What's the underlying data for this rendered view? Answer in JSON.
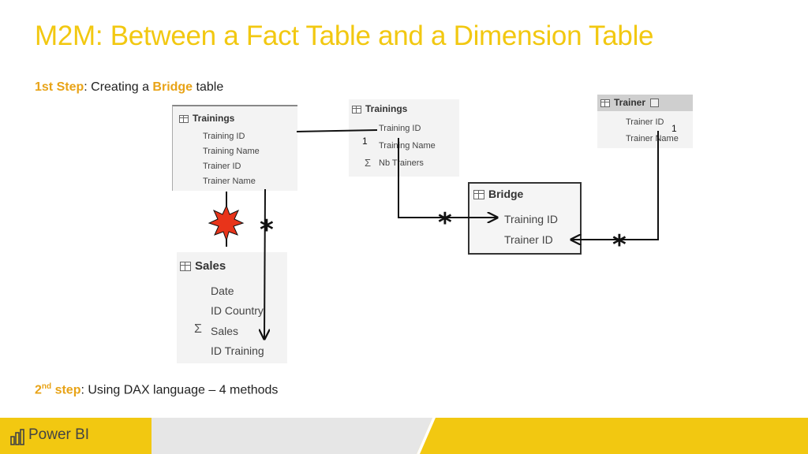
{
  "title": "M2M: Between a Fact Table and a Dimension Table",
  "step1": {
    "label": "1st Step",
    "text1": ": Creating a ",
    "highlight": "Bridge",
    "text2": " table"
  },
  "step2": {
    "num": "2",
    "sup": "nd",
    "label": " step",
    "text": ": Using DAX language – 4 methods"
  },
  "tables": {
    "trainings_left": {
      "name": "Trainings",
      "fields": [
        "Training ID",
        "Training Name",
        "Trainer ID",
        "Trainer Name"
      ]
    },
    "trainings_right": {
      "name": "Trainings",
      "fields": [
        "Training ID",
        "Training Name",
        "Nb Trainers"
      ]
    },
    "trainer": {
      "name": "Trainer",
      "fields": [
        "Trainer ID",
        "Trainer Name"
      ]
    },
    "bridge": {
      "name": "Bridge",
      "fields": [
        "Training ID",
        "Trainer ID"
      ]
    },
    "sales": {
      "name": "Sales",
      "fields": [
        "Date",
        "ID Country",
        "Sales",
        "ID Training"
      ]
    }
  },
  "cardinality": {
    "one": "1",
    "many": "*"
  },
  "sigma_symbol": "Σ",
  "brand": "Power BI",
  "colors": {
    "accent": "#F2C811",
    "highlight": "#E8A317",
    "burst": "#E8341A"
  }
}
